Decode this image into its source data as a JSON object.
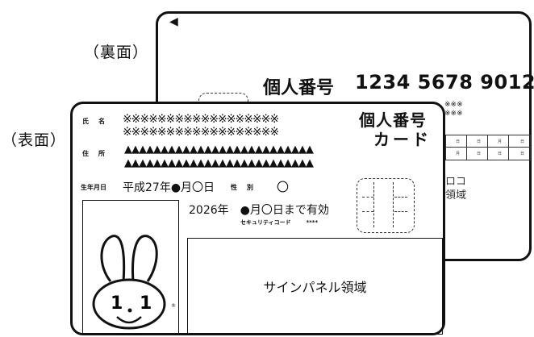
{
  "labels": {
    "back": "（裏面）",
    "front": "（表面）"
  },
  "back": {
    "arrow": "◀",
    "number_label": "個人番号",
    "number": "1234 5678 9012",
    "side_marks": [
      "※※※",
      "※※※"
    ],
    "side_chars": [
      "ロコ",
      "領域"
    ],
    "grid_text": [
      "日",
      "日",
      "月",
      "日",
      "月",
      "日",
      "日",
      "日"
    ]
  },
  "front": {
    "name_label": "氏　名",
    "name_lines": [
      "※※※※※※※※※※※※※※※※※※",
      "※※※※※※※※※※※※※※※※※※"
    ],
    "title_line1": "個人番号",
    "title_line2": "カード",
    "address_label": "住　所",
    "address_lines": [
      "▲▲▲▲▲▲▲▲▲▲▲▲▲▲▲▲▲▲▲▲▲▲▲▲▲▲",
      "▲▲▲▲▲▲▲▲▲▲▲▲▲▲▲▲▲▲▲▲▲▲▲▲▲▲"
    ],
    "dob_label": "生年月日",
    "dob_value": "平成27年●月〇日",
    "sex_label": "性　別",
    "sex_value": "〇",
    "validity": "2026年　●月〇日まで有効",
    "security_label": "セキュリティコード",
    "security_code": "****",
    "mascot_text": "1.1",
    "mascot_mark": "®",
    "sign_panel": "サインパネル領域"
  }
}
